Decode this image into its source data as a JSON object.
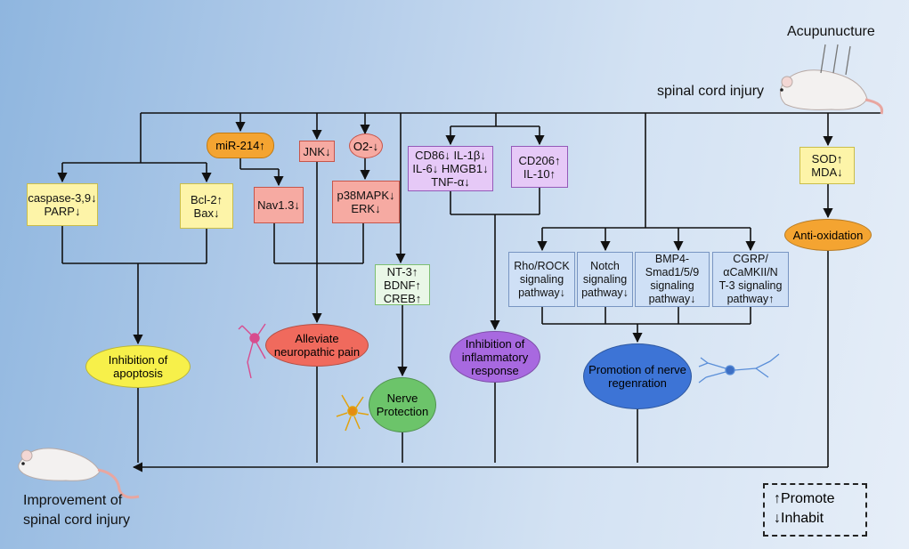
{
  "labels": {
    "acupuncture": "Acupunucture",
    "spinal_cord_injury": "spinal cord injury",
    "improvement": "Improvement of\nspinal cord injury"
  },
  "nodes": {
    "mir214": "miR-214↑",
    "jnk": "JNK↓",
    "o2": "O2-↓",
    "caspase": "caspase-3,9↓\nPARP↓",
    "bcl2": "Bcl-2↑\nBax↓",
    "nav13": "Nav1.3↓",
    "p38": "p38MAPK↓\nERK↓",
    "nt3": "NT-3↑\nBDNF↑\nCREB↑",
    "cd86": "CD86↓ IL-1β↓\nIL-6↓ HMGB1↓\nTNF-α↓",
    "cd206": "CD206↑\nIL-10↑",
    "sod": "SOD↑\nMDA↓",
    "rho": "Rho/ROCK\nsignaling\npathway↓",
    "notch": "Notch\nsignaling\npathway↓",
    "bmp4": "BMP4-\nSmad1/5/9\nsignaling\npathway↓",
    "cgrp": "CGRP/\nαCaMKII/N\nT-3 signaling\npathway↑"
  },
  "outcomes": {
    "apoptosis": "Inhibition of\napoptosis",
    "neuropathic": "Alleviate\nneuropathic pain",
    "nerve_protection": "Nerve\nProtection",
    "inflammatory": "Inhibition of\ninflammatory\nresponse",
    "regeneration": "Promotion of nerve\nregenration",
    "antioxidation": "Anti-oxidation"
  },
  "legend": {
    "promote": "↑Promote",
    "inhibit": "↓Inhabit"
  },
  "icons": {
    "rat_top": "rat-with-needles-icon",
    "rat_bottom": "rat-icon",
    "neuron_pink": "pink-neuron-icon",
    "neuron_yellow": "yellow-neuron-icon",
    "neuron_blue": "blue-neuron-icon"
  },
  "colors": {
    "yellow": "#fdf4a8",
    "red": "#f6aaa2",
    "purple": "#e6c9f7",
    "blue": "#cfe0f6",
    "green": "#e9f7e7",
    "orange": "#f4a431",
    "ellipse_yellow": "#f7f04a",
    "ellipse_red": "#f06a5d",
    "ellipse_green": "#6cc46a",
    "ellipse_purple": "#a869e0",
    "ellipse_blue": "#3d74d6"
  }
}
